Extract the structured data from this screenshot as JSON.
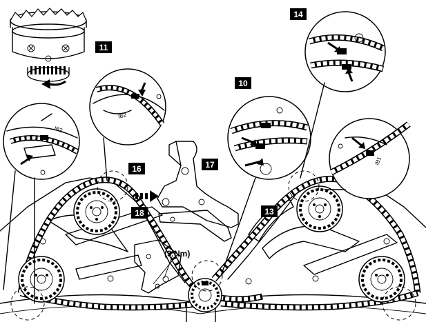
{
  "callouts": {
    "c11": "11",
    "c14": "14",
    "c10": "10",
    "c16": "16",
    "c17": "17",
    "c18": "18",
    "c13": "13"
  },
  "torque_label": "(9 Nm)",
  "inset_marks": {
    "left_top": "IB2",
    "left_bottom": "IB2",
    "right": "IB1"
  },
  "colors": {
    "line": "#000000",
    "callout_bg": "#000000",
    "callout_text": "#ffffff",
    "background": "#ffffff"
  }
}
